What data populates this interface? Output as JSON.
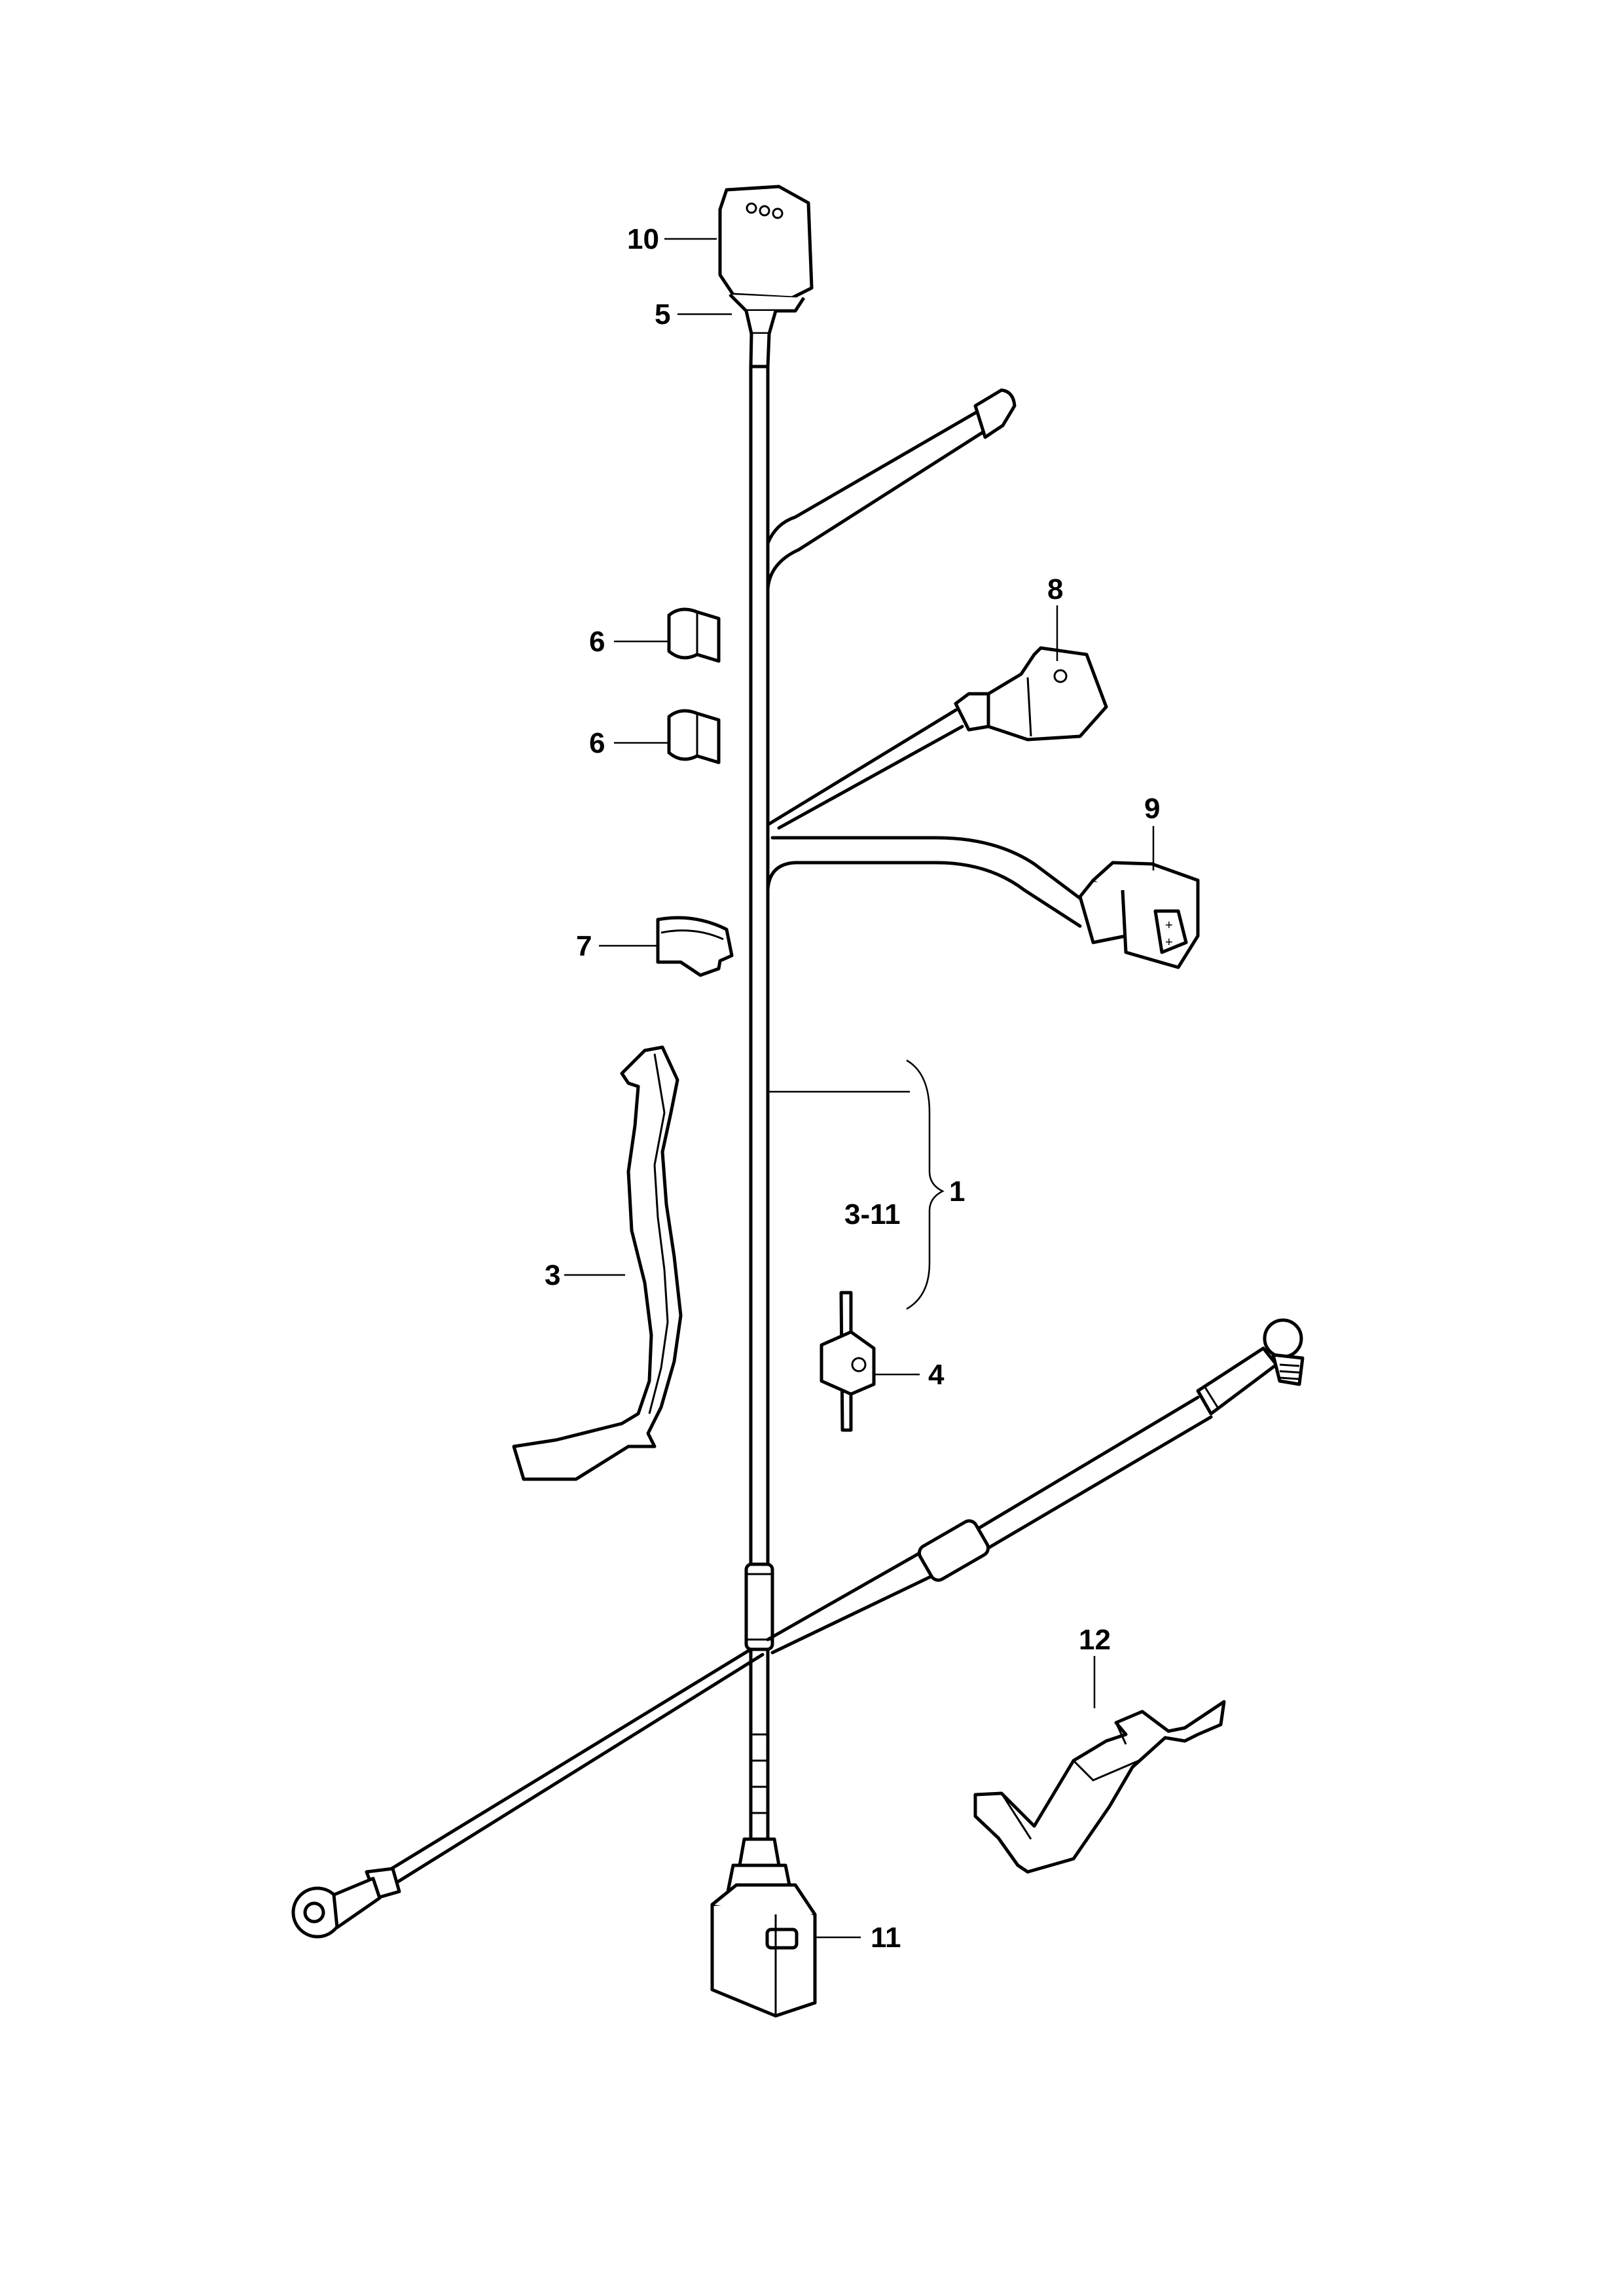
{
  "callouts": {
    "c1": "1",
    "c3_11": "3-11",
    "c3": "3",
    "c4": "4",
    "c5": "5",
    "c6a": "6",
    "c6b": "6",
    "c7": "7",
    "c8": "8",
    "c9": "9",
    "c10": "10",
    "c11": "11",
    "c12": "12"
  }
}
